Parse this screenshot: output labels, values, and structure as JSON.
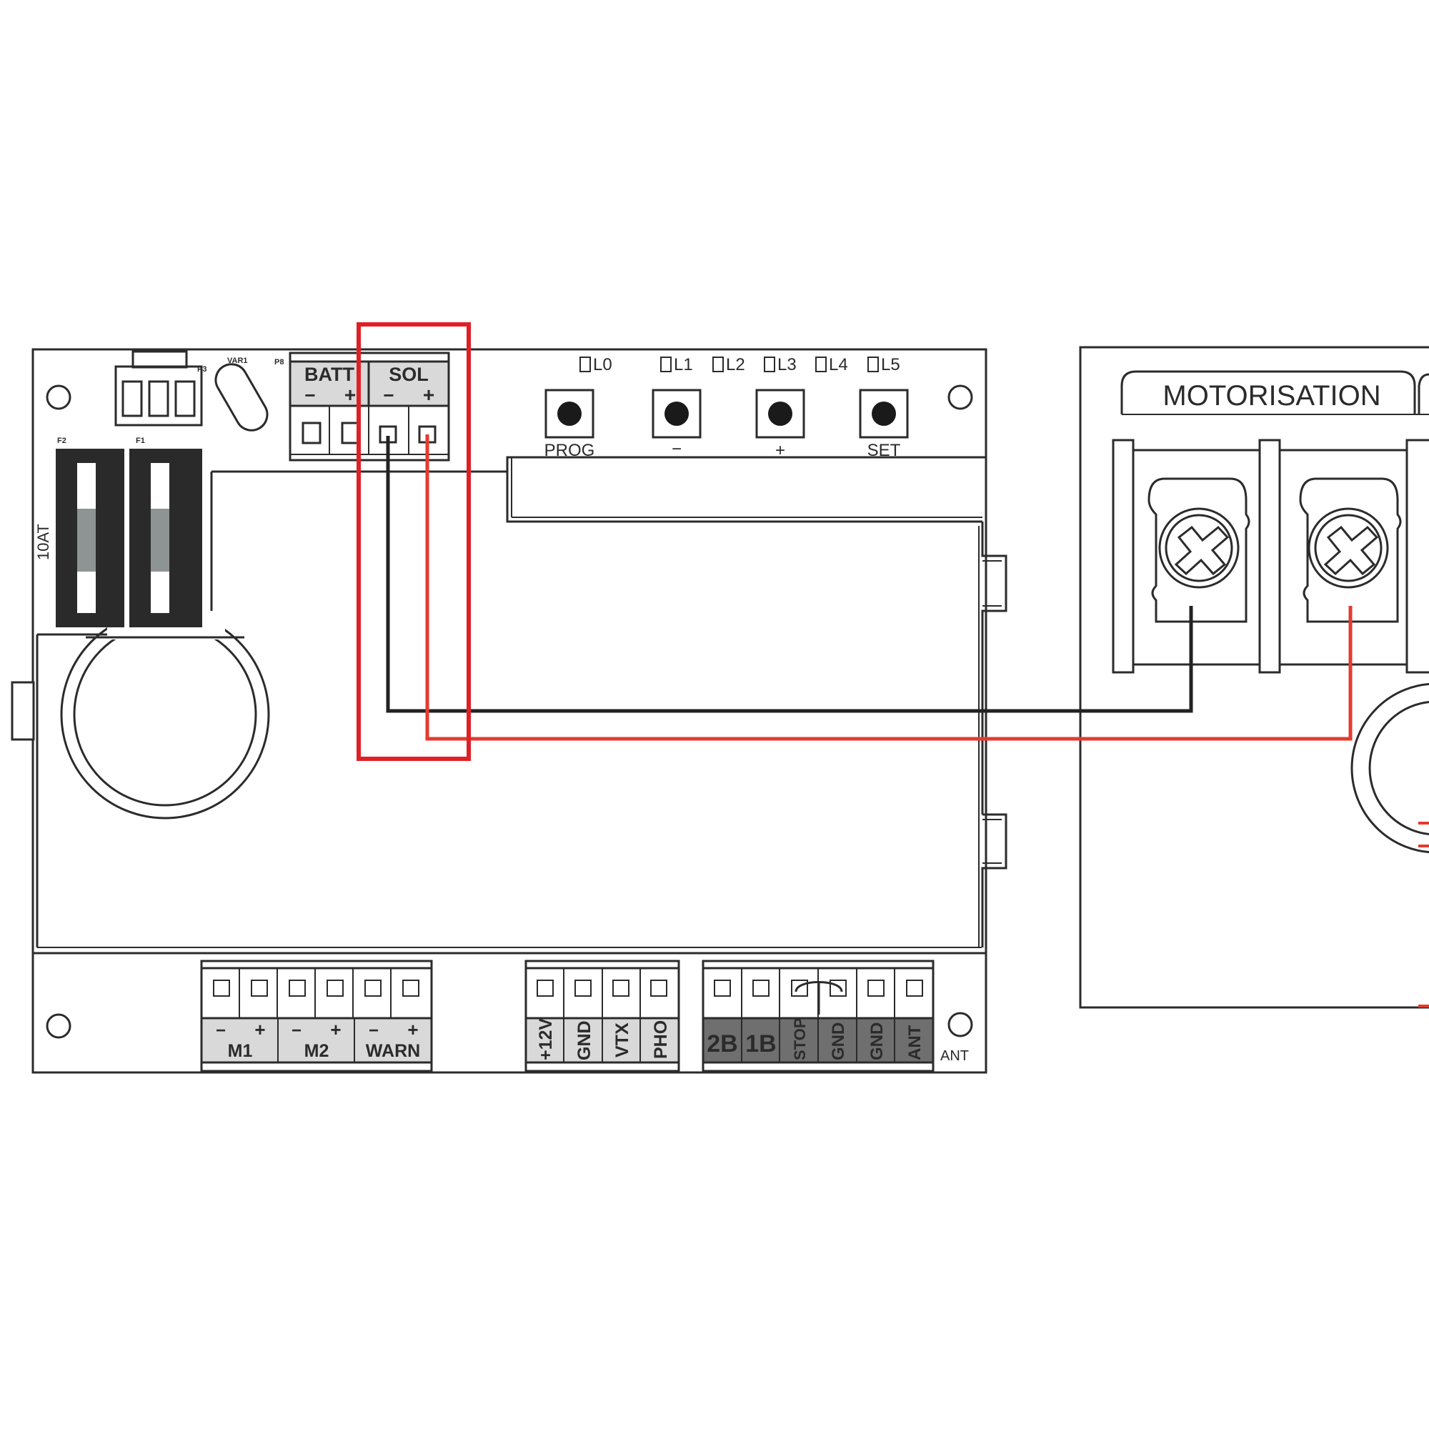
{
  "board": {
    "header_labels": {
      "batt": "BATT",
      "sol": "SOL",
      "batt_minus": "−",
      "batt_plus": "+",
      "sol_minus": "−",
      "sol_plus": "+"
    },
    "small_labels": {
      "p3": "P3",
      "var1": "VAR1",
      "p8": "P8",
      "f2": "F2",
      "f1": "F1",
      "fuse_rating": "10AT"
    },
    "leds": [
      "L0",
      "L1",
      "L2",
      "L3",
      "L4",
      "L5"
    ],
    "buttons": [
      "PROG",
      "−",
      "+",
      "SET"
    ],
    "bottom_power_signs": [
      "−",
      "+",
      "−",
      "+",
      "−",
      "+"
    ],
    "bottom_power_names": [
      "M1",
      "M2",
      "WARN"
    ],
    "bottom_mid": [
      "+12V",
      "GND",
      "VTX",
      "PHO"
    ],
    "bottom_right": [
      "2B",
      "1B",
      "STOP",
      "GND",
      "GND",
      "ANT"
    ],
    "ant_label": "ANT"
  },
  "motor": {
    "title": "MOTORISATION"
  },
  "colors": {
    "line": "#2b2b2b",
    "highlight": "#e02027",
    "wire_black": "#222222",
    "wire_red": "#e53a2f",
    "header_gray": "#d9d9d9",
    "dark_gray": "#6f6f6f",
    "fuse_dark": "#2a2a2a",
    "fuse_gray": "#8e9393"
  }
}
